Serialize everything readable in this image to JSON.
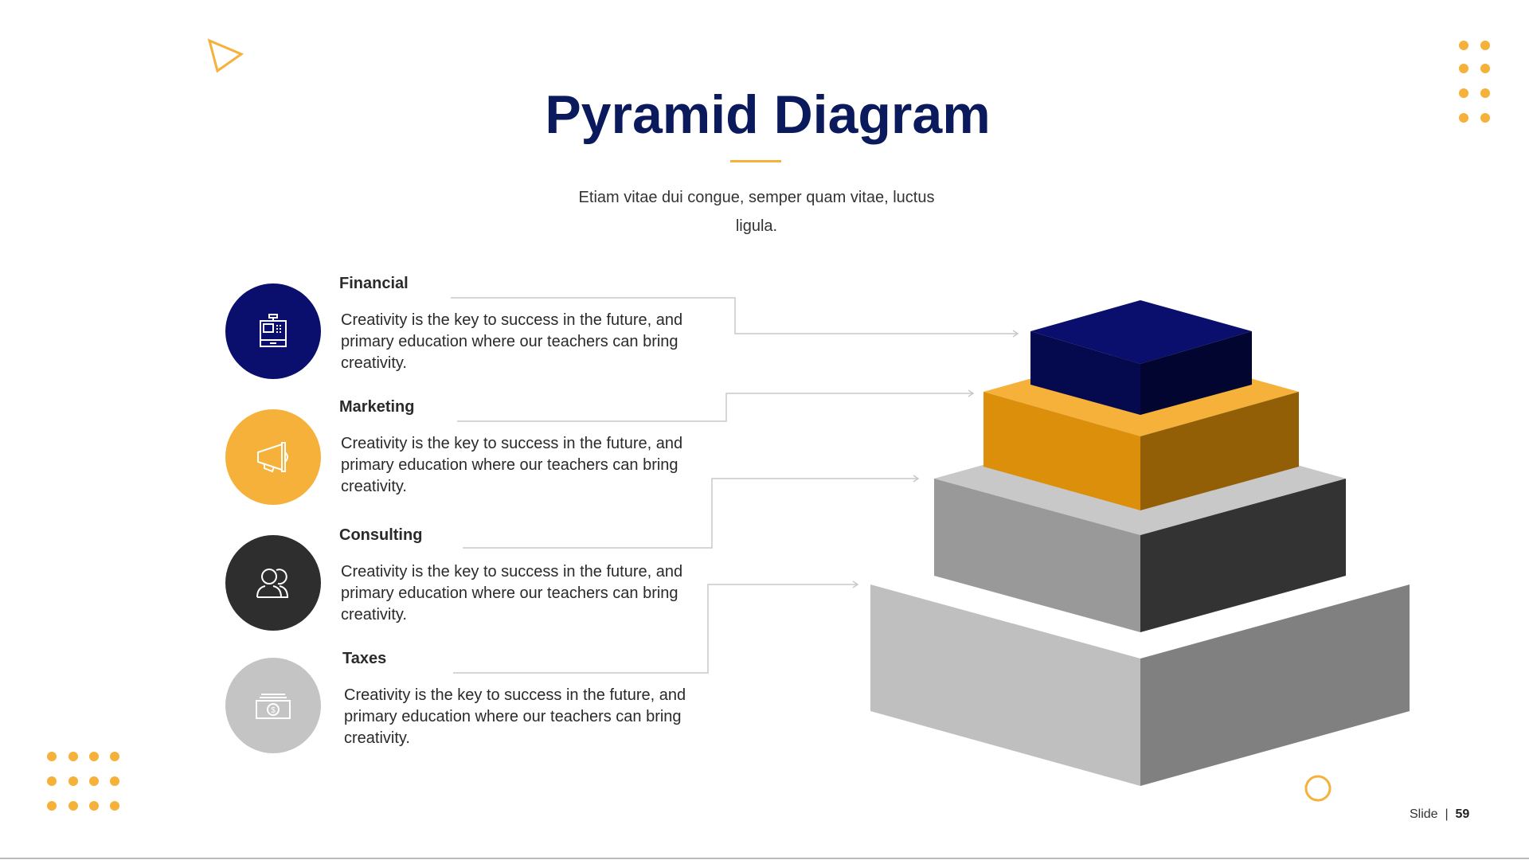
{
  "title": "Pyramid Diagram",
  "subtitle": "Etiam vitae dui congue, semper quam vitae, luctus ligula.",
  "items": [
    {
      "heading": "Financial",
      "text": "Creativity is the key to success in the future, and primary education where our teachers can bring creativity.",
      "icon": "cash-register-icon",
      "color": "#0a0f6e"
    },
    {
      "heading": "Marketing",
      "text": "Creativity is the key to success in the future, and primary education where our teachers can bring creativity.",
      "icon": "megaphone-icon",
      "color": "#f5b13a"
    },
    {
      "heading": "Consulting",
      "text": "Creativity is the key to success in the future, and primary education where our teachers can bring creativity.",
      "icon": "users-icon",
      "color": "#2e2e2e"
    },
    {
      "heading": "Taxes",
      "text": "Creativity is the key to success in the future, and primary education where our teachers can bring creativity.",
      "icon": "money-icon",
      "color": "#c4c4c4"
    }
  ],
  "footer": {
    "label": "Slide",
    "separator": "|",
    "number": "59"
  },
  "accent": "#f5b13a"
}
